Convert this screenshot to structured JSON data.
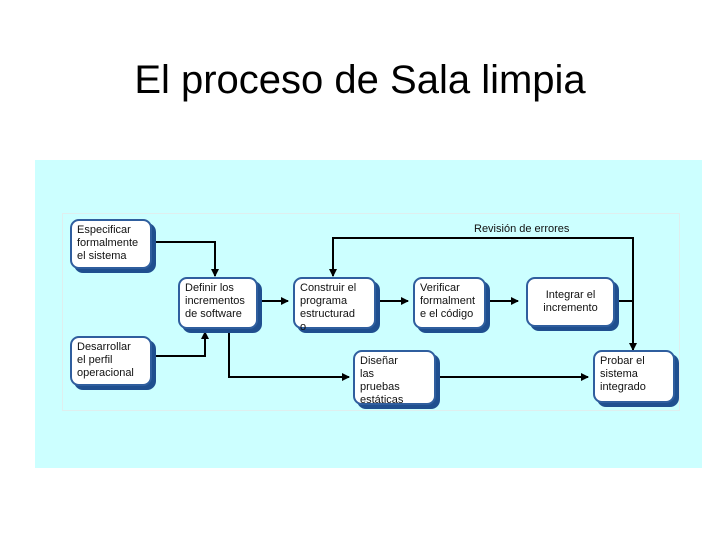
{
  "title": "El proceso de Sala limpia",
  "boxes": {
    "especificar": "Especificar\nformalmente\nel sistema",
    "desarrollar": "Desarrollar\nel perfil\noperacional",
    "definir": "Definir los\nincrementos\nde software",
    "construir": "Construir el\nprograma\nestructurad\no",
    "verificar": "Verificar\nformalment\ne el código",
    "integrar": "Integrar el\nincremento",
    "disenar": "Diseñar\nlas\npruebas\nestáticas",
    "probar": "Probar el\nsistema\nintegrado"
  },
  "labels": {
    "revision": "Revisión de errores"
  },
  "colors": {
    "panel": "#ccffff",
    "box_border": "#2f5e9e"
  }
}
